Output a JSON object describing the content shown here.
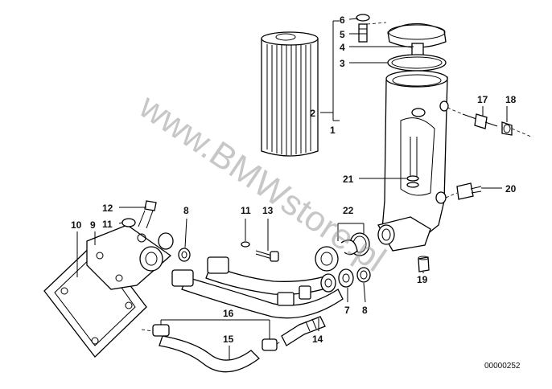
{
  "watermark": "www.BMWstore.pl",
  "drawing_number": "00000252",
  "callouts": {
    "c1": "1",
    "c2": "2",
    "c3": "3",
    "c4": "4",
    "c5": "5",
    "c6": "6",
    "c7": "7",
    "c8a": "8",
    "c8b": "8",
    "c9": "9",
    "c10": "10",
    "c11a": "11",
    "c11b": "11",
    "c12": "12",
    "c13": "13",
    "c14": "14",
    "c15": "15",
    "c16": "16",
    "c17": "17",
    "c18": "18",
    "c19": "19",
    "c20": "20",
    "c21": "21",
    "c22": "22"
  },
  "colors": {
    "line": "#000000",
    "watermark": "#9a9a9a",
    "background": "#ffffff"
  }
}
